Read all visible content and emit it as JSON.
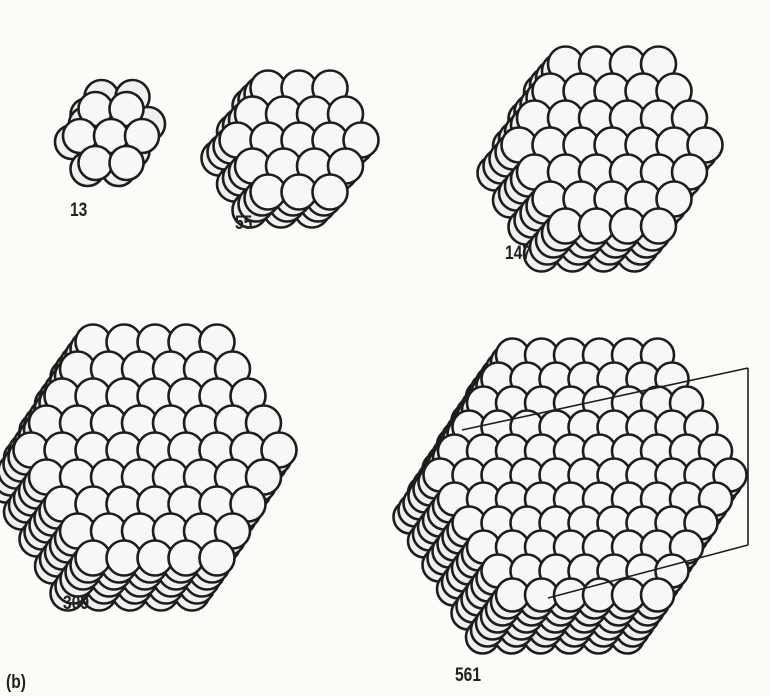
{
  "figure": {
    "panel_label": "(b)",
    "clusters": [
      {
        "id": "c13",
        "count_label": "13"
      },
      {
        "id": "c55",
        "count_label": "55"
      },
      {
        "id": "c147",
        "count_label": "147"
      },
      {
        "id": "c309",
        "count_label": "309"
      },
      {
        "id": "c561",
        "count_label": "561"
      }
    ],
    "colors": {
      "sphere_fill": "#f7f7f7",
      "outline": "#1d1d1d",
      "background": "#fdfbf8"
    }
  }
}
